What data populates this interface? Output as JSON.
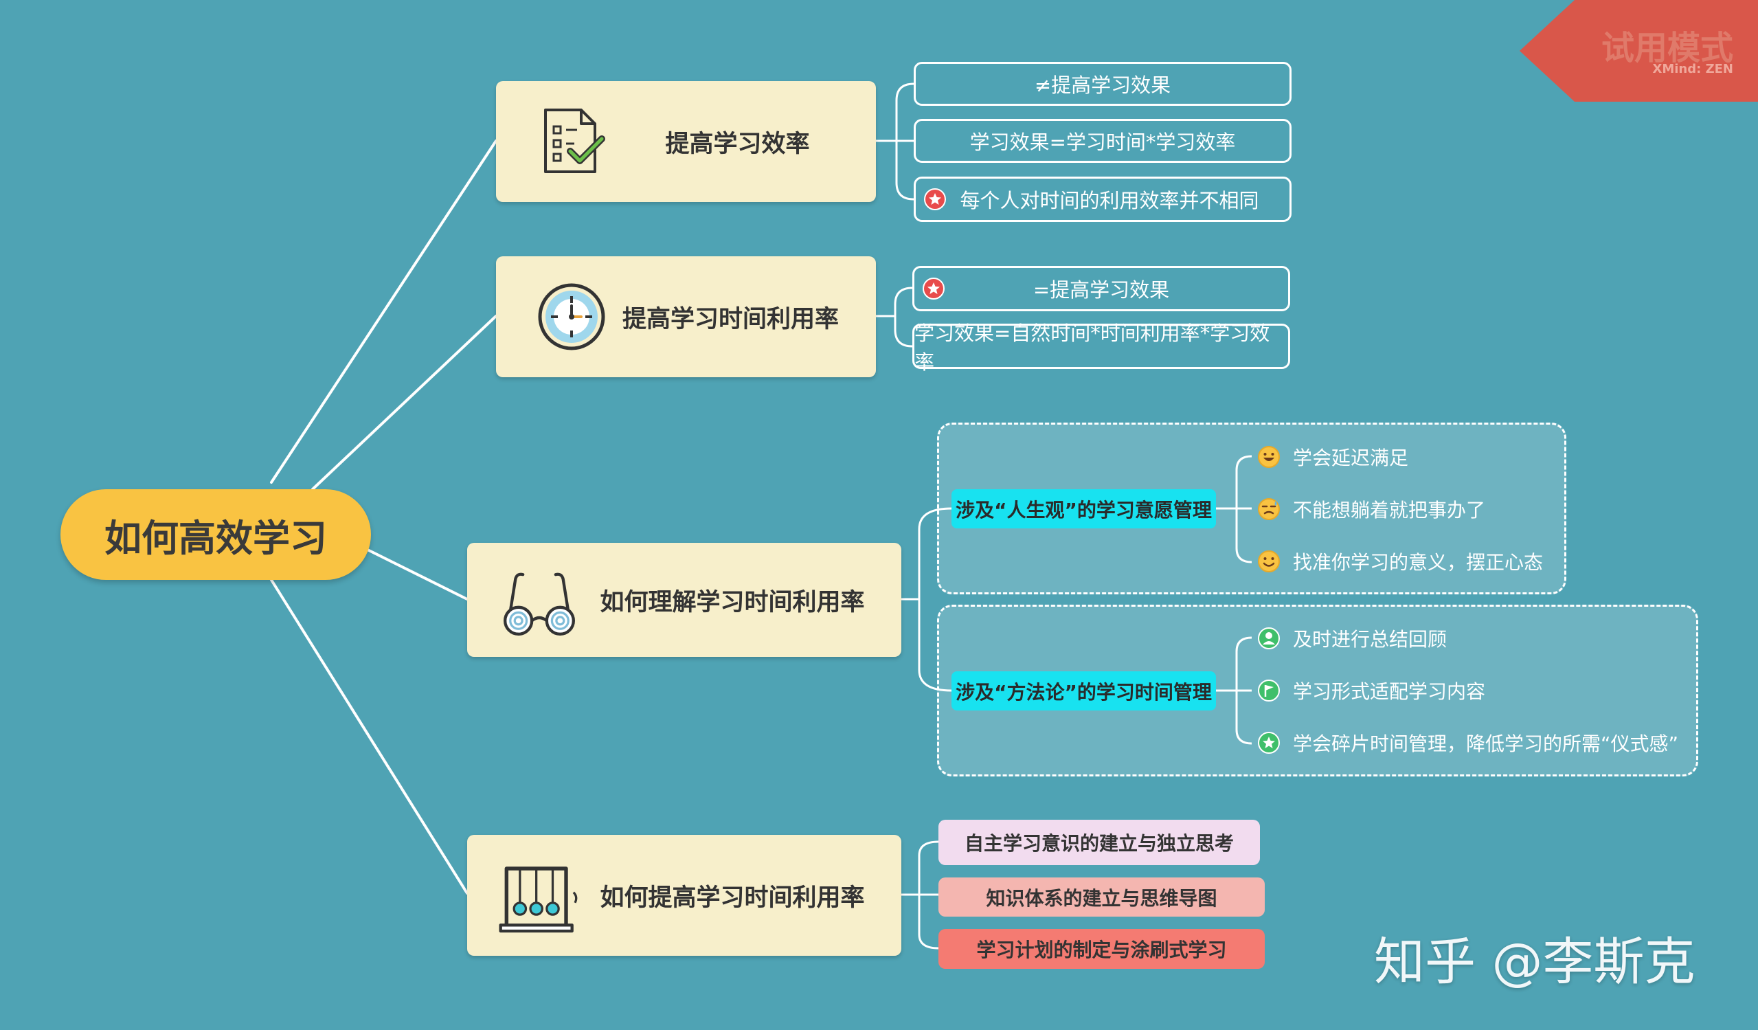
{
  "root": {
    "label": "如何高效学习"
  },
  "branches": [
    {
      "label": "提高学习效率",
      "icon": "checklist-icon",
      "children": [
        "≠提高学习效果",
        "学习效果=学习时间*学习效率",
        "每个人对时间的利用效率并不相同"
      ],
      "starred": [
        false,
        false,
        true
      ]
    },
    {
      "label": "提高学习时间利用率",
      "icon": "clock-icon",
      "children": [
        "=提高学习效果",
        "学习效果=自然时间*时间利用率*学习效率"
      ],
      "starred": [
        true,
        false
      ]
    },
    {
      "label": "如何理解学习时间利用率",
      "icon": "glasses-icon",
      "groups": [
        {
          "title": "涉及“人生观”的学习意愿管理",
          "items": [
            "学会延迟满足",
            "不能想躺着就把事办了",
            "找准你学习的意义，摆正心态"
          ],
          "icons": [
            "grin-emoji-icon",
            "sweat-emoji-icon",
            "smile-emoji-icon"
          ]
        },
        {
          "title": "涉及“方法论”的学习时间管理",
          "items": [
            "及时进行总结回顾",
            "学习形式适配学习内容",
            "学会碎片时间管理，降低学习的所需“仪式感”"
          ],
          "icons": [
            "person-badge-icon",
            "flag-badge-icon",
            "star-badge-icon"
          ]
        }
      ]
    },
    {
      "label": "如何提高学习时间利用率",
      "icon": "newtons-cradle-icon",
      "children": [
        "自主学习意识的建立与独立思考",
        "知识体系的建立与思维导图",
        "学习计划的制定与涂刷式学习"
      ],
      "colors": [
        "#f2dcef",
        "#f4b6b0",
        "#f47b72"
      ]
    }
  ],
  "trial_badge": {
    "title": "试用模式",
    "subtitle": "XMind: ZEN",
    "color": "#d9574a"
  },
  "watermark": "知乎 @李斯克",
  "colors": {
    "background": "#4fa3b4",
    "root": "#f9c342",
    "main_topic": "#f7efcb",
    "subtopic_highlight": "#18e2f0",
    "connector": "#ffffff"
  }
}
